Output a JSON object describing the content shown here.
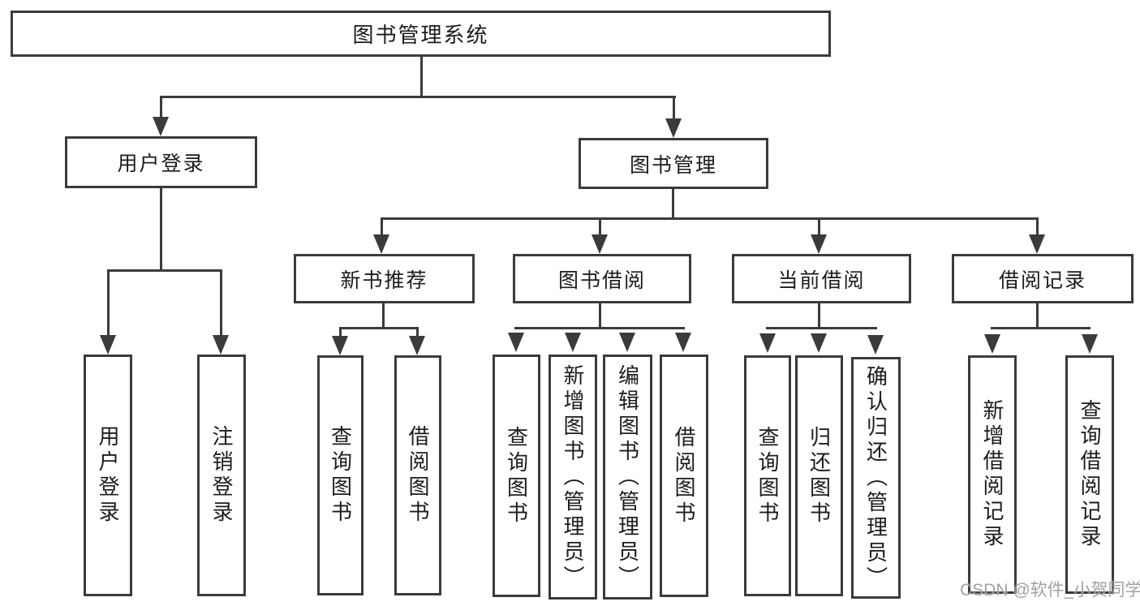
{
  "tree": {
    "root": "图书管理系统",
    "children": [
      {
        "label": "用户登录",
        "children": [
          "用户登录",
          "注销登录"
        ]
      },
      {
        "label": "图书管理",
        "children": [
          {
            "label": "新书推荐",
            "children": [
              "查询图书",
              "借阅图书"
            ]
          },
          {
            "label": "图书借阅",
            "children": [
              "查询图书",
              "新增图书（管理员）",
              "编辑图书（管理员）",
              "借阅图书"
            ]
          },
          {
            "label": "当前借阅",
            "children": [
              "查询图书",
              "归还图书",
              "确认归还（管理员）"
            ]
          },
          {
            "label": "借阅记录",
            "children": [
              "新增借阅记录",
              "查询借阅记录"
            ]
          }
        ]
      }
    ]
  },
  "watermark": "CSDN @软件_小贺同学",
  "colors": {
    "line": "#3b3b3b",
    "text": "#1c1c1c",
    "watermark": "#949494"
  }
}
